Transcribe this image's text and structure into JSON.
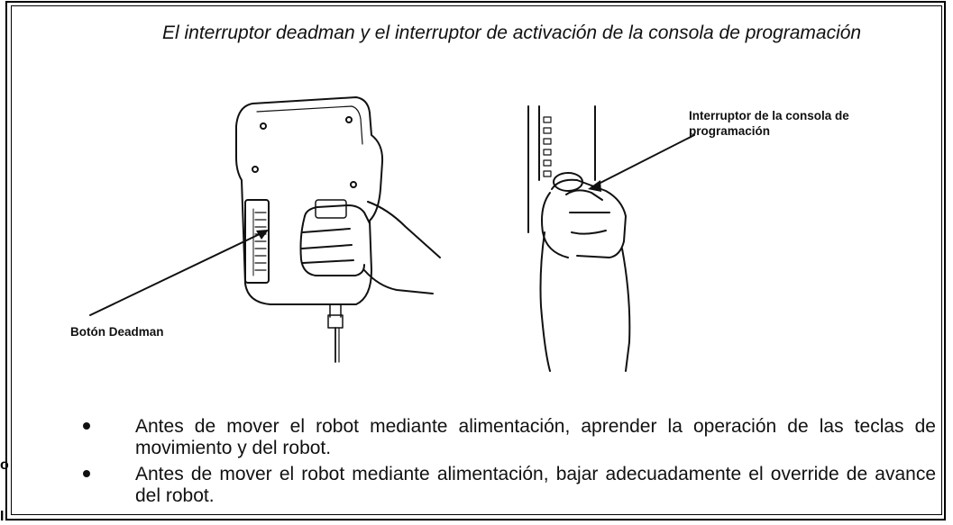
{
  "title": "El interruptor deadman y el interruptor de activación de la consola de programación",
  "figure": {
    "deadman_label": "Botón Deadman",
    "enable_label": "Interruptor de la consola de programación"
  },
  "bullets": [
    "Antes de mover el robot mediante alimentación, aprender la operación de las teclas de movimiento y del robot.",
    "Antes de mover el robot mediante alimentación, bajar adecuadamente el override de avance del robot."
  ]
}
